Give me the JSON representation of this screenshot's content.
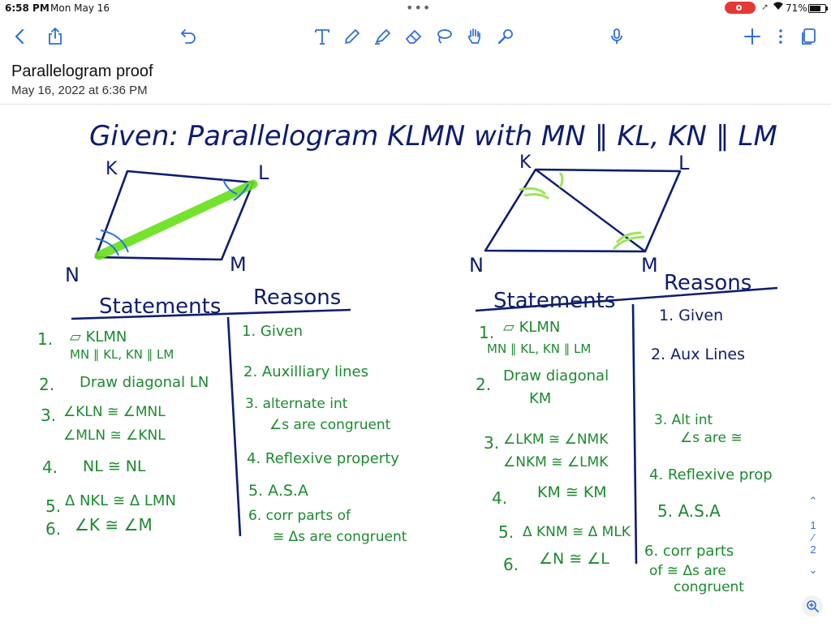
{
  "status": {
    "time": "6:58 PM",
    "date": "Mon May 16",
    "battery": "71%",
    "battery_level": 0.71
  },
  "toolbar": {
    "icons": [
      "back-icon",
      "share-icon",
      "undo-icon",
      "text-tool-icon",
      "pen-icon",
      "highlighter-icon",
      "eraser-icon",
      "lasso-icon",
      "hand-icon",
      "laser-pointer-icon",
      "microphone-icon",
      "add-icon",
      "more-icon",
      "pages-icon"
    ]
  },
  "note": {
    "title": "Parallelogram proof",
    "date": "May 16, 2022 at 6:36 PM"
  },
  "board": {
    "given": "Given: Parallelogram KLMN with MN ∥ KL, KN ∥ LM",
    "left_diagram": {
      "labels": [
        "K",
        "L",
        "M",
        "N"
      ]
    },
    "right_diagram": {
      "labels": [
        "K",
        "L",
        "M",
        "N"
      ]
    },
    "left_table": {
      "header_statements": "Statements",
      "header_reasons": "Reasons",
      "statements": [
        {
          "num": "1.",
          "line1": "▱ KLMN",
          "line2": "MN ∥ KL, KN ∥ LM"
        },
        {
          "num": "2.",
          "line1": "Draw diagonal LN",
          "line2": ""
        },
        {
          "num": "3.",
          "line1": "∠KLN ≅ ∠MNL",
          "line2": "∠MLN ≅ ∠KNL"
        },
        {
          "num": "4.",
          "line1": "NL ≅ NL",
          "line2": ""
        },
        {
          "num": "5.",
          "line1": "Δ NKL ≅ Δ LMN",
          "line2": ""
        },
        {
          "num": "6.",
          "line1": "∠K ≅ ∠M",
          "line2": ""
        }
      ],
      "reasons": [
        {
          "line1": "1. Given",
          "line2": ""
        },
        {
          "line1": "2. Auxilliary lines",
          "line2": ""
        },
        {
          "line1": "3. alternate int",
          "line2": "∠s are congruent"
        },
        {
          "line1": "4. Reflexive property",
          "line2": ""
        },
        {
          "line1": "5. A.S.A",
          "line2": ""
        },
        {
          "line1": "6. corr parts of",
          "line2": "≅ Δs are congruent"
        }
      ]
    },
    "right_table": {
      "header_statements": "Statements",
      "header_reasons": "Reasons",
      "statements": [
        {
          "num": "1.",
          "line1": "▱ KLMN",
          "line2": "MN ∥ KL, KN ∥ LM"
        },
        {
          "num": "2.",
          "line1": "Draw diagonal",
          "line2": "KM"
        },
        {
          "num": "3.",
          "line1": "∠LKM ≅ ∠NMK",
          "line2": "∠NKM ≅ ∠LMK"
        },
        {
          "num": "4.",
          "line1": "KM ≅ KM",
          "line2": ""
        },
        {
          "num": "5.",
          "line1": "Δ KNM ≅ Δ MLK",
          "line2": ""
        },
        {
          "num": "6.",
          "line1": "∠N ≅ ∠L",
          "line2": ""
        }
      ],
      "reasons": [
        {
          "line1": "1. Given",
          "line2": "",
          "line3": ""
        },
        {
          "line1": "2. Aux Lines",
          "line2": "",
          "line3": ""
        },
        {
          "line1": "3. Alt int",
          "line2": "∠s are ≅",
          "line3": ""
        },
        {
          "line1": "4. Reflexive prop",
          "line2": "",
          "line3": ""
        },
        {
          "line1": "5. A.S.A",
          "line2": "",
          "line3": ""
        },
        {
          "line1": "6. corr parts",
          "line2": "of ≅ Δs are",
          "line3": "congruent"
        }
      ]
    }
  },
  "pager": {
    "current": "1",
    "sep": "⁄",
    "total": "2"
  },
  "colors": {
    "ink_navy": "#0e1d6e",
    "ink_green": "#1c8a2e",
    "highlight": "#66e01a",
    "angle_blue": "#2a6fe0",
    "accent": "#2f6fd6"
  }
}
